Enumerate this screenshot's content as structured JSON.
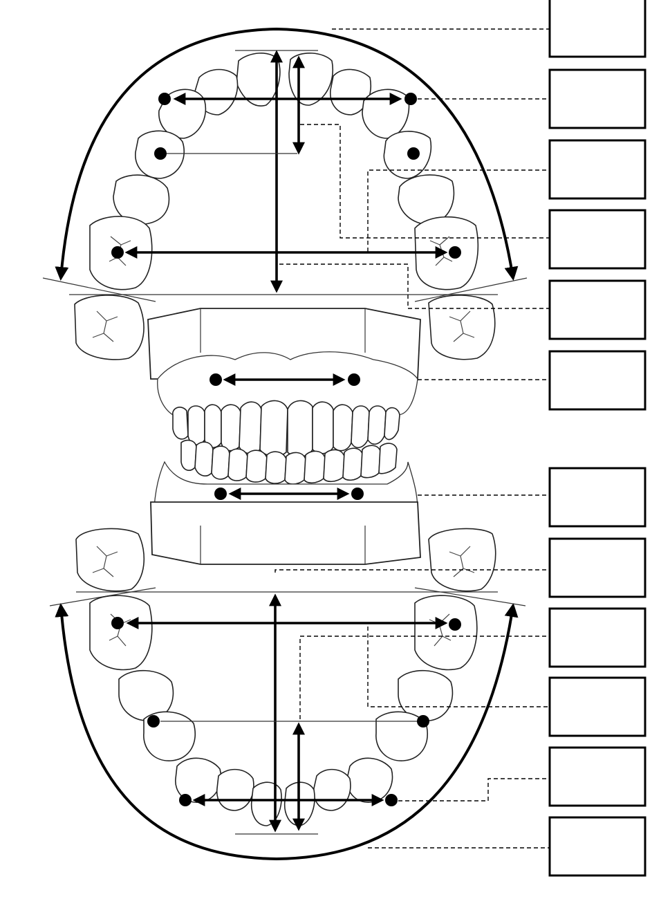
{
  "figure": {
    "label_boxes_upper": [
      "",
      "",
      "",
      "",
      "",
      ""
    ],
    "label_boxes_lower": [
      "",
      "",
      "",
      "",
      "",
      ""
    ],
    "icons": [
      "maxillary-arch",
      "dental-model-occlusion",
      "mandibular-arch",
      "measurement-arrow",
      "reference-point"
    ]
  }
}
